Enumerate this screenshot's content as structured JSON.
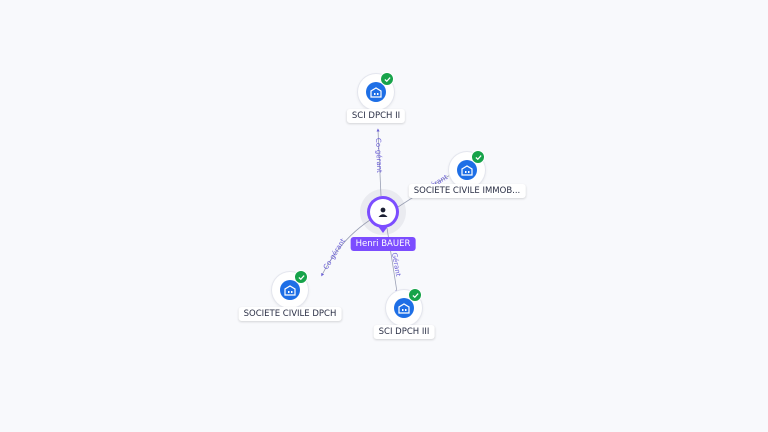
{
  "center": {
    "name": "Henri BAUER",
    "icon": "person-icon",
    "color": "#7c4dff"
  },
  "companies": [
    {
      "name": "SCI DPCH II",
      "relation": "Co-gérant",
      "icon": "building-icon",
      "verified": true
    },
    {
      "name": "SOCIETE CIVILE IMMOB...",
      "relation": "Co-gérant",
      "icon": "building-icon",
      "verified": true
    },
    {
      "name": "SOCIETE CIVILE DPCH",
      "relation": "Co-gérant",
      "icon": "building-icon",
      "verified": true
    },
    {
      "name": "SCI DPCH III",
      "relation": "Gérant",
      "icon": "building-icon",
      "verified": true
    }
  ],
  "colors": {
    "node_disc": "#1e6fe6",
    "verified_badge": "#17a34a",
    "edge": "#6b5fd6"
  }
}
